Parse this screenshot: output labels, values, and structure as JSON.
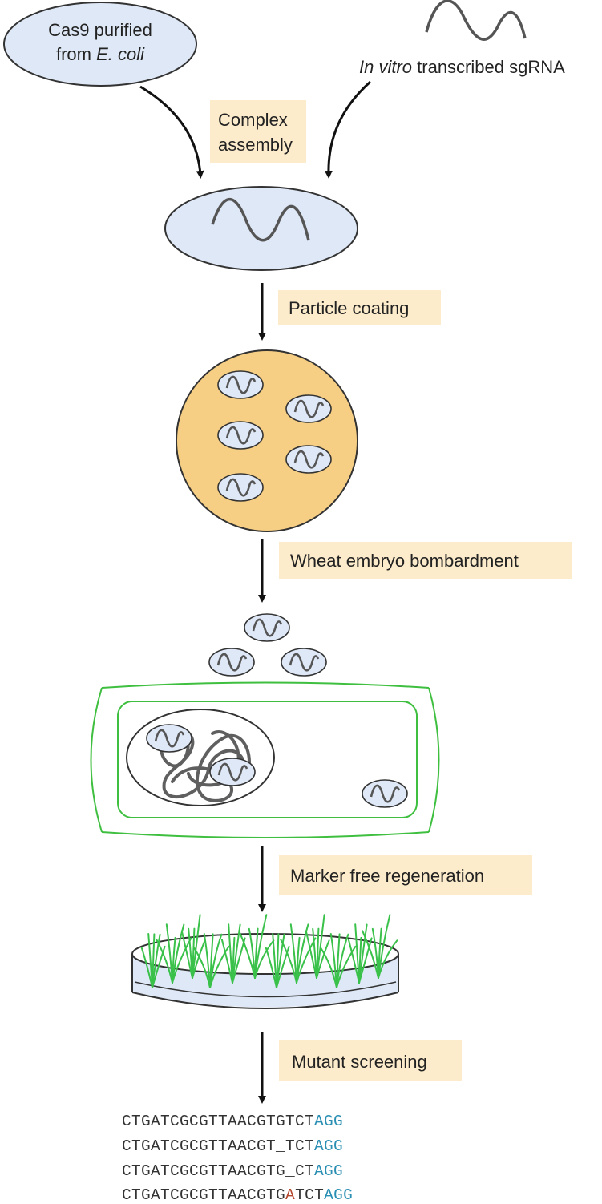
{
  "source": {
    "cas9_line1": "Cas9 purified",
    "cas9_line2_prefix": "from ",
    "cas9_line2_italic": "E. coli",
    "sgrna_italic": "In vitro",
    "sgrna_rest": " transcribed sgRNA"
  },
  "steps": {
    "complex_assembly_line1": "Complex",
    "complex_assembly_line2": "assembly",
    "particle_coating": "Particle coating",
    "bombardment": "Wheat embryo bombardment",
    "regeneration": "Marker free regeneration",
    "screening": "Mutant screening"
  },
  "sequences": [
    {
      "seq": "CTGATCGCGTTAACGTGTCT",
      "ins": "",
      "tail": "",
      "pam": "AGG"
    },
    {
      "seq": "CTGATCGCGTTAACGT_TCT",
      "ins": "",
      "tail": "",
      "pam": "AGG"
    },
    {
      "seq": "CTGATCGCGTTAACGTG_CT",
      "ins": "",
      "tail": "",
      "pam": "AGG"
    },
    {
      "seq": "CTGATCGCGTTAACGTG",
      "ins": "A",
      "tail": "TCT",
      "pam": "AGG"
    }
  ],
  "colors": {
    "rnp_fill": "#dfe8f6",
    "label_box": "#fdeccb",
    "particle": "#f7cf84",
    "cell_wall": "#3fbf3f",
    "pam": "#2a8fb3",
    "insertion": "#b5482e"
  }
}
